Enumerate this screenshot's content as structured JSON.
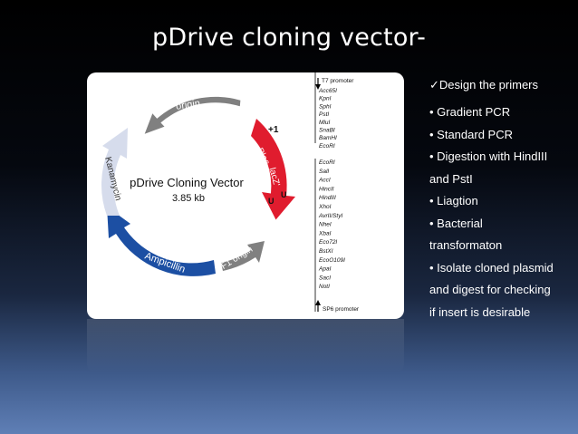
{
  "slide": {
    "title": "pDrive cloning vector-"
  },
  "map": {
    "name": "pDrive Cloning Vector",
    "size": "3.85 kb",
    "features": {
      "origin": "origin",
      "kanamycin": "Kanamycin",
      "ampicillin": "Ampicillin",
      "f1_origin": "F1 origin",
      "plac": "Plac",
      "lacz": "lacZ'"
    },
    "plus_one": "+1",
    "u_left": "U",
    "u_right": "U",
    "t7_promoter": "T7 promoter",
    "sp6_promoter": "SP6 promoter",
    "upper_sites": [
      "Acc65I",
      "KpnI",
      "SphI",
      "PstI",
      "MluI",
      "SnaBI",
      "BamHI",
      "EcoRI"
    ],
    "lower_sites": [
      "EcoRI",
      "SalI",
      "AccI",
      "HincII",
      "HindIII",
      "XhoI",
      "AvrII/StyI",
      "NheI",
      "XbaI",
      "Eco72I",
      "BstXI",
      "EcoO109I",
      "ApaI",
      "SacI",
      "NotI"
    ],
    "colors": {
      "origin": "#808080",
      "kanamycin": "#d6dcec",
      "ampicillin": "#1c4fa3",
      "f1_origin": "#808080",
      "lacz": "#e01c2e"
    }
  },
  "bullets": {
    "check_mark": "✓",
    "items": [
      "Design the primers",
      "• Gradient PCR",
      "• Standard PCR",
      "• Digestion with HindIII",
      "and PstI",
      "• Liagtion",
      "• Bacterial",
      "transformaton",
      "• Isolate cloned plasmid",
      "and digest for checking",
      "if insert is desirable"
    ]
  }
}
